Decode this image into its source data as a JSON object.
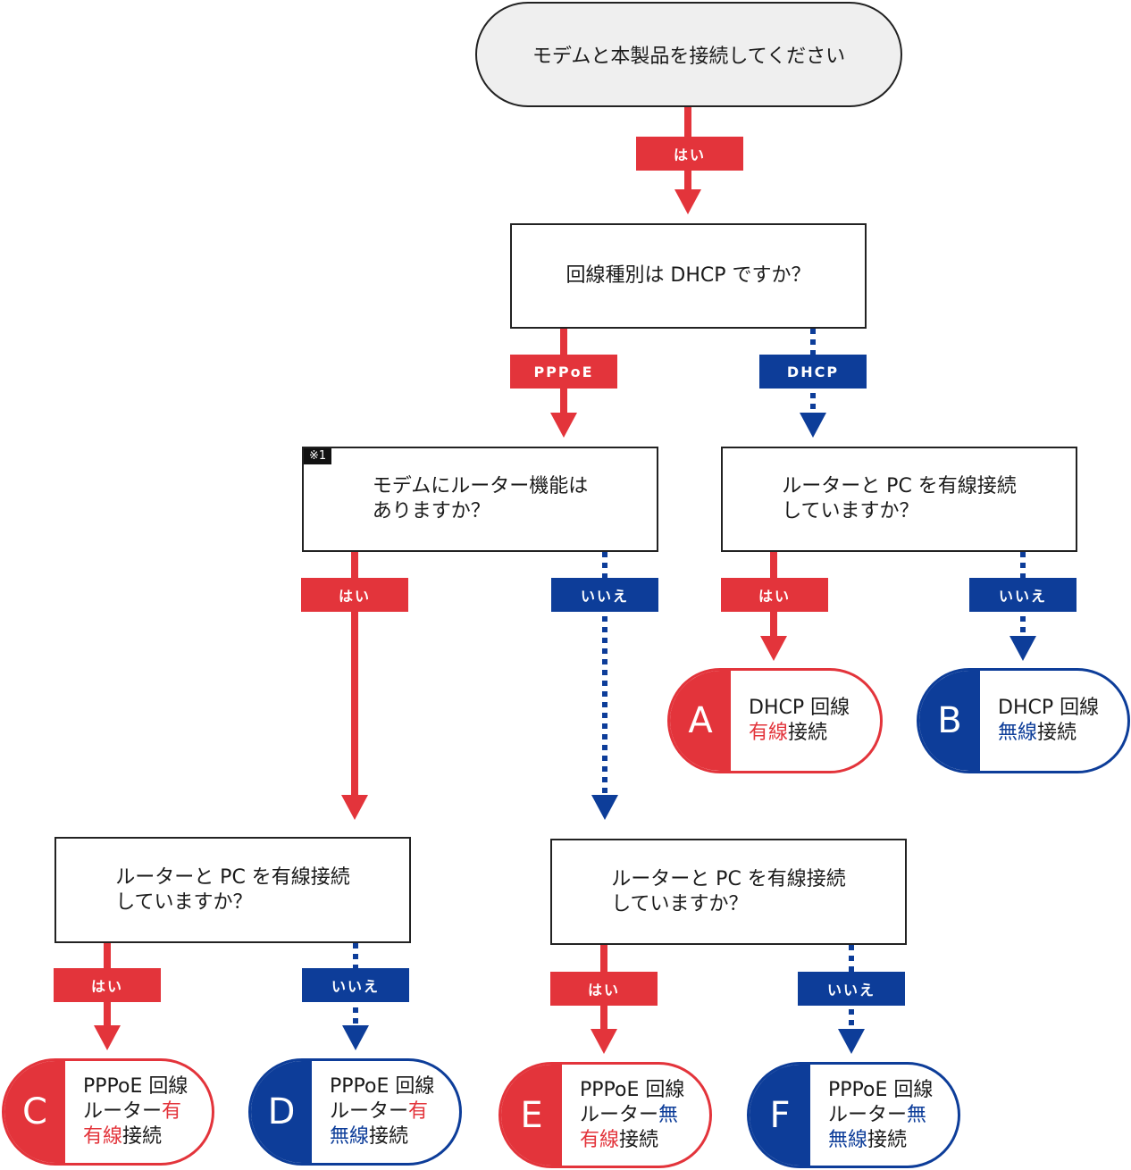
{
  "colors": {
    "red": "#e3343b",
    "blue": "#0d3d99",
    "ink": "#222222",
    "start_fill": "#efefef"
  },
  "start": "モデムと本製品を接続してください",
  "q_dhcp": "回線種別は DHCP ですか？",
  "q_router": "モデムにルーター機能は\nありますか？",
  "note": "※1",
  "q_wired": "ルーターと PC を有線接続\nしていますか？",
  "labels": {
    "yes": "はい",
    "no": "いいえ",
    "pppoe": "PPPoE",
    "dhcp": "DHCP"
  },
  "results": {
    "A": {
      "letter": "A",
      "line1": "DHCP 回線",
      "color_word": "有線",
      "suffix": "接続"
    },
    "B": {
      "letter": "B",
      "line1": "DHCP 回線",
      "color_word": "無線",
      "suffix": "接続"
    },
    "C": {
      "letter": "C",
      "line1": "PPPoE 回線",
      "line2_prefix": "ルーター",
      "line2_color": "有",
      "color_word": "有線",
      "suffix": "接続"
    },
    "D": {
      "letter": "D",
      "line1": "PPPoE 回線",
      "line2_prefix": "ルーター",
      "line2_color": "有",
      "color_word": "無線",
      "suffix": "接続"
    },
    "E": {
      "letter": "E",
      "line1": "PPPoE 回線",
      "line2_prefix": "ルーター",
      "line2_color": "無",
      "color_word": "有線",
      "suffix": "接続"
    },
    "F": {
      "letter": "F",
      "line1": "PPPoE 回線",
      "line2_prefix": "ルーター",
      "line2_color": "無",
      "color_word": "無線",
      "suffix": "接続"
    }
  }
}
